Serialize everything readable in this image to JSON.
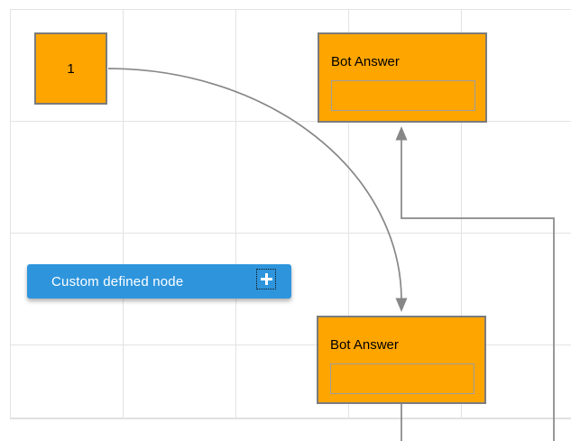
{
  "diagram": {
    "nodes": {
      "start": {
        "label": "1"
      },
      "bot_answer_top": {
        "title": "Bot Answer",
        "input_value": ""
      },
      "bot_answer_bottom": {
        "title": "Bot Answer",
        "input_value": ""
      },
      "custom": {
        "label": "Custom defined node",
        "icon": "plus-icon"
      }
    },
    "connectors": [
      {
        "from": "start",
        "to": "bot_answer_bottom",
        "type": "curve-with-arrow"
      },
      {
        "from": "bot_answer_bottom",
        "to": "bot_answer_top",
        "type": "orthogonal-with-arrow"
      }
    ],
    "colors": {
      "node_fill": "#FFA500",
      "node_border": "#7B7B7B",
      "inner_box_border": "#9E9E9E",
      "custom_node_fill": "#2E95DD",
      "custom_node_text": "#FFFFFF",
      "connector": "#878787",
      "grid_line": "#E3E3E3",
      "page_background": "#FFFFFF"
    }
  }
}
